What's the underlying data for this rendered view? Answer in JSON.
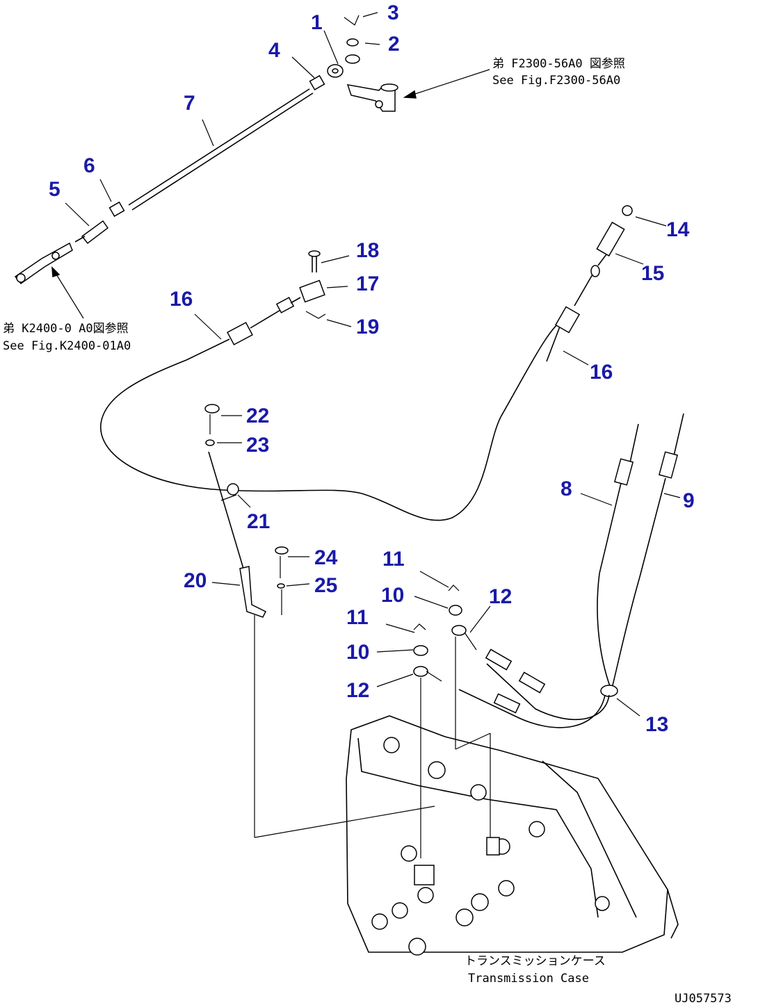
{
  "callouts": [
    "1",
    "2",
    "3",
    "4",
    "5",
    "6",
    "7",
    "8",
    "9",
    "10",
    "10",
    "11",
    "11",
    "12",
    "12",
    "13",
    "14",
    "15",
    "16",
    "16",
    "17",
    "18",
    "19",
    "20",
    "21",
    "22",
    "23",
    "24",
    "25"
  ],
  "notes": {
    "ref_f2300_jp": "弟 F2300-56A0 図参照",
    "ref_f2300_en": "See Fig.F2300-56A0",
    "ref_k2400_jp": "弟 K2400-0 A0図参照",
    "ref_k2400_en": "See Fig.K2400-01A0",
    "case_jp": "トランスミッションケース",
    "case_en": "Transmission Case",
    "drawing_code": "UJ057573"
  }
}
